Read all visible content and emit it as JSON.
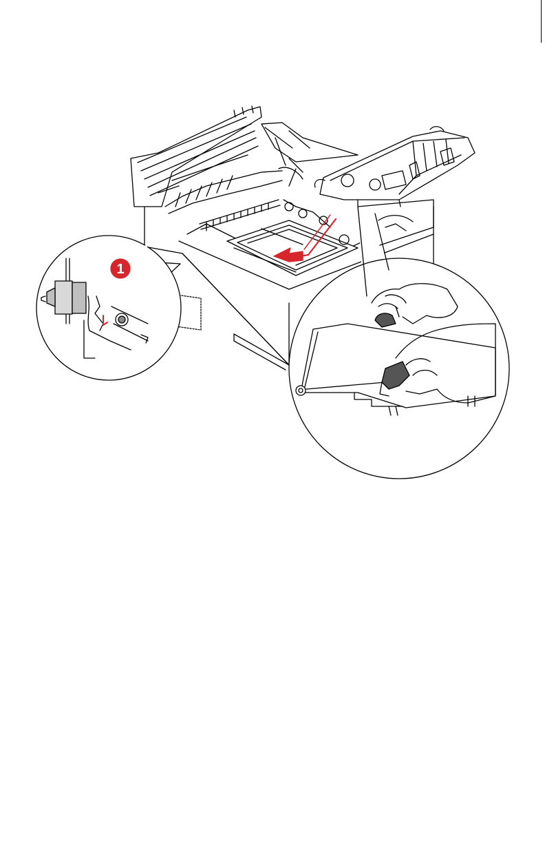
{
  "figure": {
    "step_number": "1",
    "accent_color": "#d7262b",
    "line_color": "#000000",
    "subject": "printer-with-belt-unit-removed",
    "callouts": [
      "belt-release-lever-detail",
      "hands-lifting-belt-unit"
    ]
  }
}
